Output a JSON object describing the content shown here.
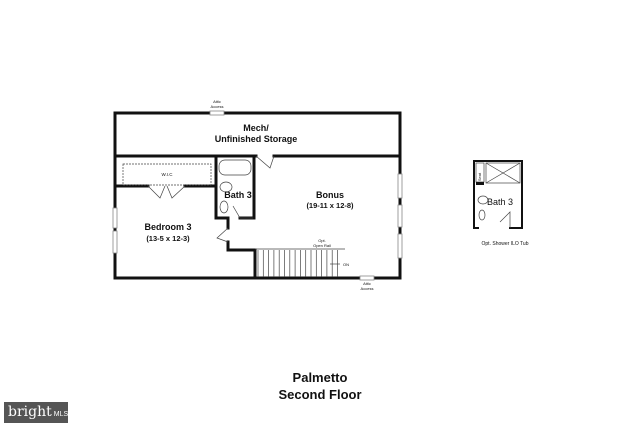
{
  "plan": {
    "rooms": {
      "mech": [
        "Mech/",
        "Unfinished Storage"
      ],
      "bonus": {
        "name": "Bonus",
        "size": "(19-11 x 12-8)"
      },
      "bedroom": {
        "name": "Bedroom 3",
        "size": "(13-5 x 12-3)"
      },
      "bath": "Bath 3",
      "wic": "W.I.C",
      "rail": [
        "Opt.",
        "Open Rail"
      ],
      "stair_dir": "ON",
      "attic": [
        "Attic",
        "Access"
      ]
    },
    "option": {
      "bath": "Bath 3",
      "seat": "Seat",
      "caption": "Opt. Shower ILO Tub"
    }
  },
  "title": {
    "line1": "Palmetto",
    "line2": "Second Floor"
  },
  "logo": {
    "brand": "bright",
    "suffix": "MLS"
  }
}
